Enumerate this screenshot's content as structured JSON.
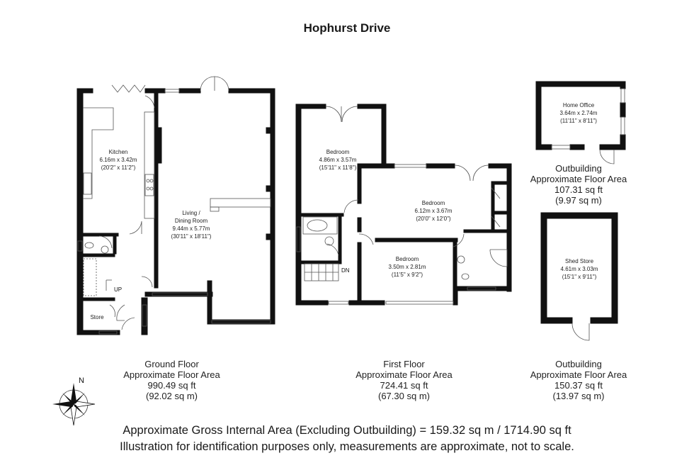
{
  "title": "Hophurst Drive",
  "rooms": {
    "kitchen": {
      "name": "Kitchen",
      "dim_m": "6.16m x 3.42m",
      "dim_ft": "(20'2\" x 11'2\")"
    },
    "living": {
      "name1": "Living /",
      "name2": "Dining Room",
      "dim_m": "9.44m x 5.77m",
      "dim_ft": "(30'11\" x 18'11\")"
    },
    "store": {
      "name": "Store"
    },
    "bedroom1": {
      "name": "Bedroom",
      "dim_m": "4.86m x 3.57m",
      "dim_ft": "(15'11\" x 11'8\")"
    },
    "bedroom2": {
      "name": "Bedroom",
      "dim_m": "6.12m x 3.67m",
      "dim_ft": "(20'0\" x 12'0\")"
    },
    "bedroom3": {
      "name": "Bedroom",
      "dim_m": "3.50m x 2.81m",
      "dim_ft": "(11'5\" x 9'2\")"
    },
    "home_office": {
      "name": "Home Office",
      "dim_m": "3.64m x 2.74m",
      "dim_ft": "(11'11\" x 8'11\")"
    },
    "shed_store": {
      "name": "Shed Store",
      "dim_m": "4.61m x 3.03m",
      "dim_ft": "(15'1\" x 9'11\")"
    }
  },
  "stairs": {
    "up": "UP",
    "down": "DN"
  },
  "compass": {
    "north": "N"
  },
  "captions": {
    "ground": {
      "line1": "Ground Floor",
      "line2": "Approximate Floor Area",
      "line3": "990.49 sq ft",
      "line4": "(92.02 sq m)"
    },
    "first": {
      "line1": "First Floor",
      "line2": "Approximate Floor Area",
      "line3": "724.41 sq ft",
      "line4": "(67.30 sq m)"
    },
    "outbuilding_office": {
      "line1": "Outbuilding",
      "line2": "Approximate Floor Area",
      "line3": "107.31 sq ft",
      "line4": "(9.97 sq m)"
    },
    "outbuilding_shed": {
      "line1": "Outbuilding",
      "line2": "Approximate Floor Area",
      "line3": "150.37 sq ft",
      "line4": "(13.97 sq m)"
    }
  },
  "footer": {
    "line1": "Approximate Gross Internal Area (Excluding Outbuilding) = 159.32 sq m / 1714.90 sq ft",
    "line2": "Illustration for identification purposes only, measurements are approximate, not to scale."
  },
  "colors": {
    "wall": "#111111",
    "line": "#555555",
    "background": "#ffffff"
  }
}
